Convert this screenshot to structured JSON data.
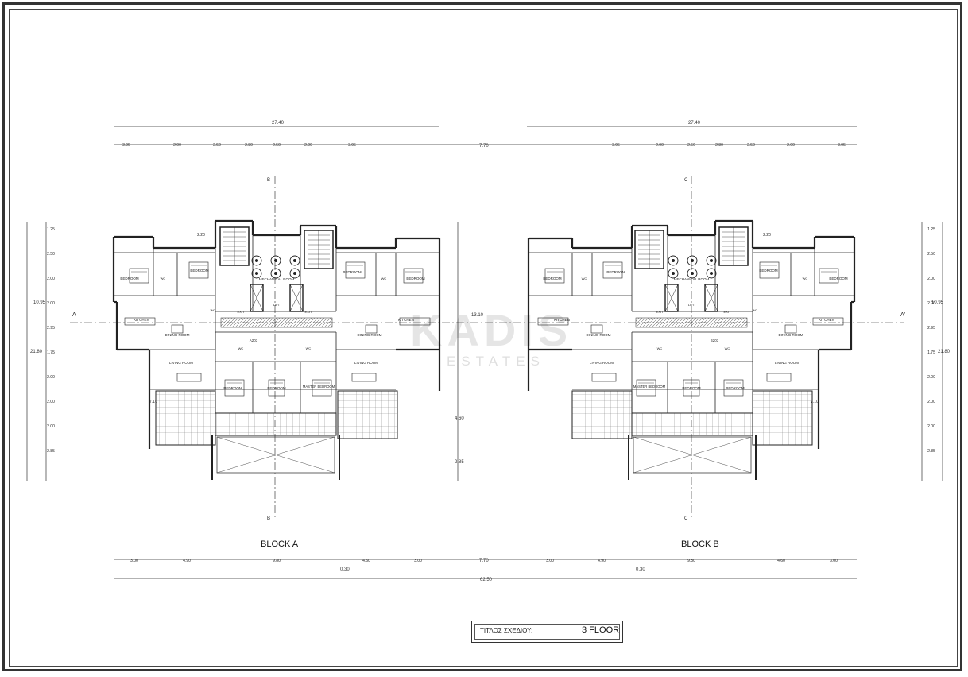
{
  "watermark": {
    "brand": "KADIS",
    "sub": "ESTATES"
  },
  "blocks": [
    {
      "label": "BLOCK A",
      "section_mark": "B",
      "axis_mark": "A",
      "apt_code": "A203"
    },
    {
      "label": "BLOCK B",
      "section_mark": "C",
      "axis_mark": "A'",
      "apt_code": "B203"
    }
  ],
  "title_block": {
    "label": "ΤΙΤΛΟΣ ΣΧΕΔΙΟΥ:",
    "value": "3 FLOOR"
  },
  "dimensions": {
    "total_top": "27.40",
    "total_bottom": "62.50",
    "height_total": "21.80",
    "height_half": "10.95",
    "height_mid": "13.10",
    "gap": "7.70",
    "offset": "0.30",
    "top_chain": [
      "3.95",
      "2.00",
      "2.50",
      "2.80",
      "2.50",
      "2.00",
      "3.95"
    ],
    "bottom_chain": [
      "3.00",
      "4.90",
      "9.80",
      "4.60",
      "3.00"
    ],
    "side_chain": [
      "1.25",
      "2.50",
      "2.00",
      "2.00",
      "2.95",
      "1.75",
      "2.00",
      "2.00",
      "2.00",
      "2.85"
    ],
    "inner_right": [
      "4.60",
      "2.85"
    ],
    "lift_dim": "2.20",
    "balcony": "7.10"
  },
  "rooms": {
    "bedroom": "BEDROOM",
    "kitchen": "KITCHEN",
    "living": "LIVING ROOM",
    "dining": "DINING ROOM",
    "master": "MASTER BEDROOM",
    "mechanical": "MECHANICAL ROOM",
    "wc": "WC",
    "exit": "EXIT",
    "lift": "LIFT"
  },
  "colors": {
    "line": "#222222",
    "hatch": "#999999"
  }
}
